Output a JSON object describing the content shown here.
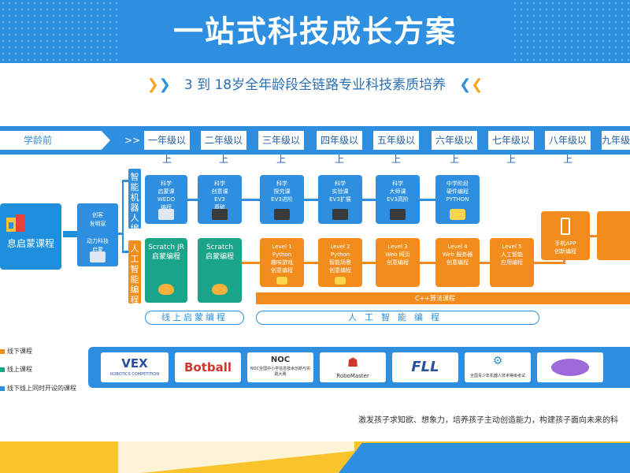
{
  "header": {
    "title": "一站式科技成长方案"
  },
  "subtitle": "3 到 18岁全年龄段全链路专业科技素质培养",
  "grades": {
    "preschool": "学龄前",
    "arrow": ">>",
    "items": [
      "一年级以上",
      "二年级以上",
      "三年级以上",
      "四年级以上",
      "五年级以上",
      "六年级以上",
      "七年级以上",
      "八年级以上",
      "九年级以上"
    ]
  },
  "intro": {
    "main_label": "息启蒙课程",
    "second_label": "创客\n发明家\n\n动力科技\n启蒙"
  },
  "tracks": {
    "robot_label": "智能机器人编程",
    "ai_label": "人工智能编程"
  },
  "robot_courses": [
    {
      "line1": "科学",
      "line2": "启蒙课",
      "line3": "WEDO",
      "line4": "编程"
    },
    {
      "line1": "科学",
      "line2": "创意课",
      "line3": "EV3",
      "line4": "基础"
    },
    {
      "line1": "科学",
      "line2": "探究课",
      "line3": "EV3进阶",
      "line4": ""
    },
    {
      "line1": "科学",
      "line2": "实验课",
      "line3": "EV3扩展",
      "line4": ""
    },
    {
      "line1": "科学",
      "line2": "大师课",
      "line3": "EV3高阶",
      "line4": ""
    },
    {
      "line1": "中学阶段",
      "line2": "硬件编程",
      "line3": "PYTHON",
      "line4": ""
    }
  ],
  "scratch_courses": [
    {
      "line1": "Scratch JR",
      "line2": "启蒙编程"
    },
    {
      "line1": "Scratch",
      "line2": "启蒙编程"
    }
  ],
  "ai_courses": [
    {
      "line1": "Level 1",
      "line2": "Python",
      "line3": "趣味游戏",
      "line4": "创意编程"
    },
    {
      "line1": "Level 2",
      "line2": "Python",
      "line3": "智能场景",
      "line4": "创意编程"
    },
    {
      "line1": "Level 3",
      "line2": "Web 网页",
      "line3": "创意编程",
      "line4": ""
    },
    {
      "line1": "Level 4",
      "line2": "Web 服务器",
      "line3": "创意编程",
      "line4": ""
    },
    {
      "line1": "Level 5",
      "line2": "人工智能",
      "line3": "应用编程",
      "line4": ""
    }
  ],
  "app_course": {
    "line1": "手机APP",
    "line2": "创新编程"
  },
  "cpp_bar": "C++算法课程",
  "sections": {
    "online": "线上启蒙编程",
    "ai": "人工智能编程"
  },
  "legend": {
    "offline": "线下课程",
    "online": "线上课程",
    "both": "线下线上同时开设的课程"
  },
  "competitions": [
    {
      "name": "VEX",
      "sub": "ROBOTICS COMPETITION"
    },
    {
      "name": "Botball",
      "sub": ""
    },
    {
      "name": "NOC",
      "sub": "NOC全国中小学信息技术创新与实践大赛"
    },
    {
      "name": "RoboMaster",
      "sub": ""
    },
    {
      "name": "FLL",
      "sub": ""
    },
    {
      "name": "全国青少年机器人技术等级考试",
      "sub": ""
    },
    {
      "name": "",
      "sub": ""
    }
  ],
  "bottom_text": "激发孩子求知欲、想象力，培养孩子主动创造能力，构建孩子面向未来的科",
  "colors": {
    "blue": "#2e8fe0",
    "orange": "#f28c1c",
    "green": "#1aa58a",
    "yellow": "#f9c42b"
  }
}
